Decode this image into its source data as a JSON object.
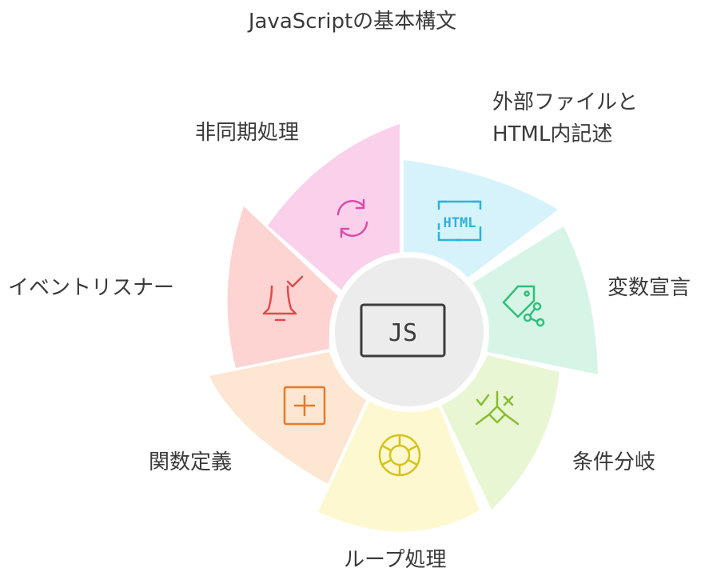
{
  "title": "JavaScriptの基本構文",
  "center": {
    "label": "JS"
  },
  "segments": [
    {
      "id": "html",
      "label_lines": [
        "外部ファイルと",
        "HTML内記述"
      ],
      "icon": "html-tag-icon",
      "icon_text": "HTML",
      "fill": "#d6f3fb",
      "stroke": "#2bb3dc"
    },
    {
      "id": "variable",
      "label_lines": [
        "変数宣言"
      ],
      "icon": "tag-share-icon",
      "fill": "#d7f5e7",
      "stroke": "#2fbf7a"
    },
    {
      "id": "branch",
      "label_lines": [
        "条件分岐"
      ],
      "icon": "branch-check-cross-icon",
      "fill": "#e9f6d4",
      "stroke": "#86be2c"
    },
    {
      "id": "loop",
      "label_lines": [
        "ループ処理"
      ],
      "icon": "loop-ring-icon",
      "fill": "#fdf8d0",
      "stroke": "#d6c21a"
    },
    {
      "id": "function",
      "label_lines": [
        "関数定義"
      ],
      "icon": "plus-box-icon",
      "fill": "#fde6d2",
      "stroke": "#e27a2c"
    },
    {
      "id": "event",
      "label_lines": [
        "イベントリスナー"
      ],
      "icon": "bell-check-icon",
      "fill": "#fdd4d2",
      "stroke": "#e24a4a"
    },
    {
      "id": "async",
      "label_lines": [
        "非同期処理"
      ],
      "icon": "refresh-arrows-icon",
      "fill": "#fad0eb",
      "stroke": "#d64ea8"
    }
  ]
}
